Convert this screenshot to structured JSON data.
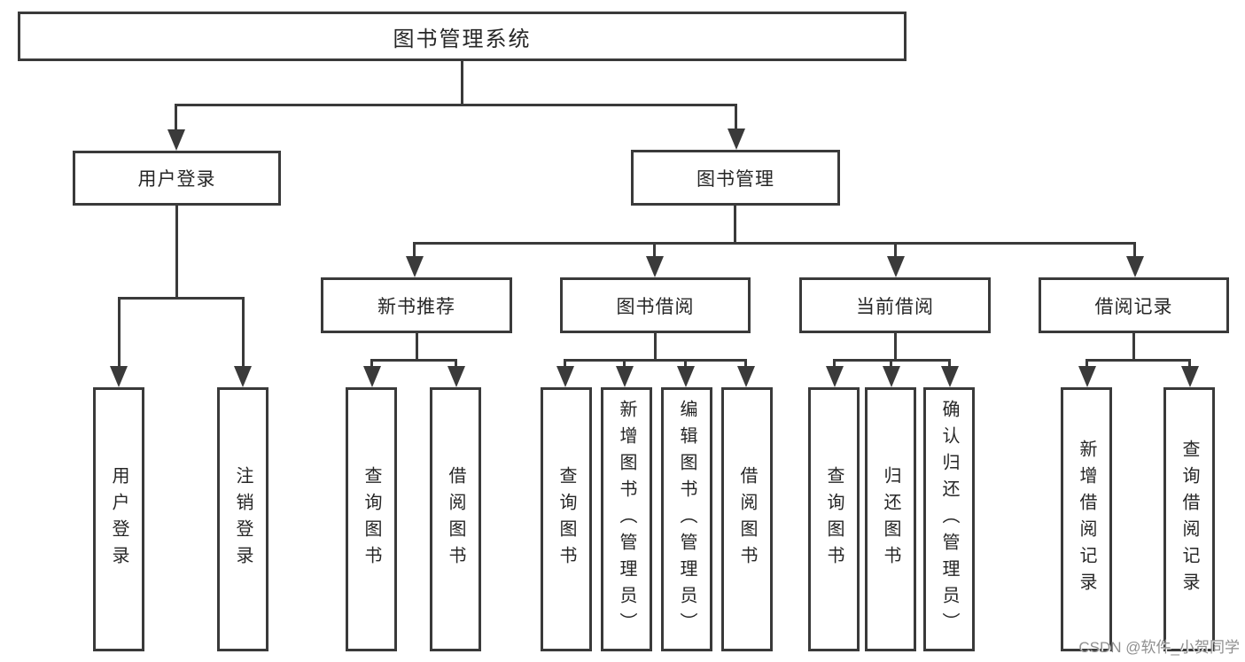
{
  "diagram": {
    "root": {
      "label": "图书管理系统"
    },
    "level2": [
      {
        "label": "用户登录"
      },
      {
        "label": "图书管理"
      }
    ],
    "level3": [
      {
        "label": "新书推荐"
      },
      {
        "label": "图书借阅"
      },
      {
        "label": "当前借阅"
      },
      {
        "label": "借阅记录"
      }
    ],
    "leaves": [
      {
        "label": "用户登录"
      },
      {
        "label": "注销登录"
      },
      {
        "label": "查询图书"
      },
      {
        "label": "借阅图书"
      },
      {
        "label": "查询图书"
      },
      {
        "label": "新增图书（管理员）"
      },
      {
        "label": "编辑图书（管理员）"
      },
      {
        "label": "借阅图书"
      },
      {
        "label": "查询图书"
      },
      {
        "label": "归还图书"
      },
      {
        "label": "确认归还（管理员）"
      },
      {
        "label": "新增借阅记录"
      },
      {
        "label": "查询借阅记录"
      }
    ]
  },
  "watermark": {
    "text": "CSDN @软件_小贺同学"
  },
  "colors": {
    "line": "#3a3a3a",
    "text": "#262626",
    "watermark_text": "#8f8f8f",
    "background": "#ffffff"
  }
}
